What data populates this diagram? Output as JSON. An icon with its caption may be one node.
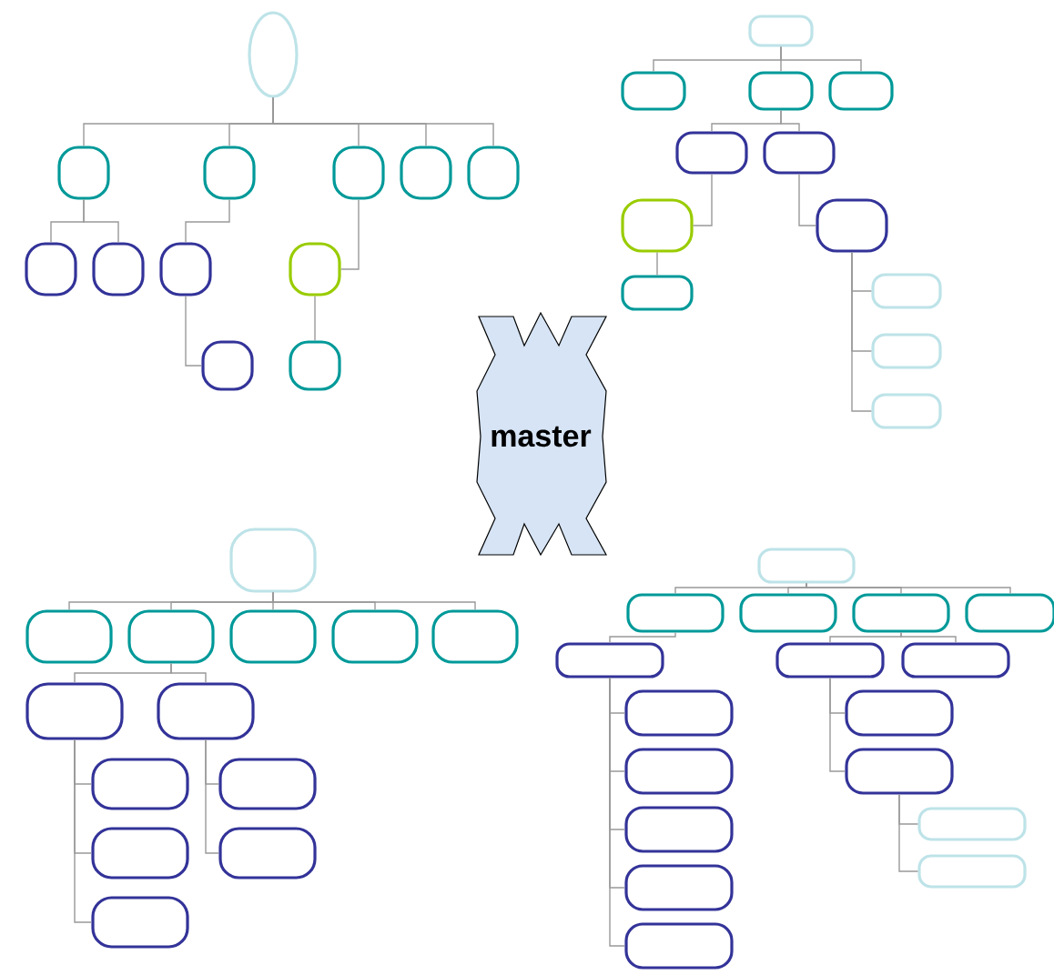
{
  "diagram": {
    "nodes": [
      {
        "text": [],
        "shape": "ellipse"
      },
      {
        "text": [],
        "shape": "box"
      },
      {
        "text": [],
        "shape": "box"
      },
      {
        "text": [],
        "shape": "box"
      },
      {
        "text": [],
        "shape": "box"
      },
      {
        "text": [],
        "shape": "box"
      },
      {
        "text": [],
        "shape": "box"
      },
      {
        "text": [],
        "shape": "box"
      },
      {
        "text": [],
        "shape": "box"
      },
      {
        "text": [],
        "shape": "box"
      },
      {
        "text": [],
        "shape": "box"
      },
      {
        "text": [],
        "shape": "box"
      },
      {
        "text": [],
        "shape": "box"
      },
      {
        "text": [],
        "shape": "box"
      },
      {
        "text": [],
        "shape": "box"
      },
      {
        "text": [],
        "shape": "box"
      },
      {
        "text": [],
        "shape": "box"
      },
      {
        "text": [],
        "shape": "box"
      },
      {
        "text": [],
        "shape": "box"
      },
      {
        "text": [],
        "shape": "box"
      },
      {
        "text": [],
        "shape": "box"
      },
      {
        "text": [],
        "shape": "box"
      },
      {
        "text": [],
        "shape": "box"
      },
      {
        "text": [],
        "shape": "box"
      },
      {
        "text": [
          "master"
        ]
      },
      {
        "text": [],
        "shape": "box"
      },
      {
        "text": [],
        "shape": "box"
      },
      {
        "text": [],
        "shape": "box"
      },
      {
        "text": [],
        "shape": "box"
      },
      {
        "text": [],
        "shape": "box"
      },
      {
        "text": [],
        "shape": "box"
      },
      {
        "text": [],
        "shape": "box"
      },
      {
        "text": [],
        "shape": "box"
      },
      {
        "text": [],
        "shape": "box"
      },
      {
        "text": [],
        "shape": "box"
      },
      {
        "text": [],
        "shape": "box"
      },
      {
        "text": [],
        "shape": "box"
      },
      {
        "text": [],
        "shape": "box"
      },
      {
        "text": [],
        "shape": "box"
      },
      {
        "text": [],
        "shape": "box"
      },
      {
        "text": [],
        "shape": "box"
      },
      {
        "text": [],
        "shape": "box"
      },
      {
        "text": [],
        "shape": "box"
      },
      {
        "text": [],
        "shape": "box"
      },
      {
        "text": [],
        "shape": "box"
      },
      {
        "text": [],
        "shape": "box"
      },
      {
        "text": [],
        "shape": "box"
      },
      {
        "text": [],
        "shape": "box"
      },
      {
        "text": [],
        "shape": "box"
      },
      {
        "text": [],
        "shape": "box"
      },
      {
        "text": [],
        "shape": "box"
      },
      {
        "text": [],
        "shape": "box"
      },
      {
        "text": [],
        "shape": "box"
      },
      {
        "text": [],
        "shape": "box"
      },
      {
        "text": [],
        "shape": "box"
      }
    ],
    "edges": [
      {
        "from": 0,
        "to": 1,
        "arrow": "none"
      },
      {
        "from": 0,
        "to": 2,
        "arrow": "none"
      },
      {
        "from": 0,
        "to": 3,
        "arrow": "none"
      },
      {
        "from": 0,
        "to": 4,
        "arrow": "none"
      },
      {
        "from": 0,
        "to": 5,
        "arrow": "none"
      },
      {
        "from": 1,
        "to": 6,
        "arrow": "none"
      },
      {
        "from": 1,
        "to": 7,
        "arrow": "none"
      },
      {
        "from": 2,
        "to": 8,
        "arrow": "none"
      },
      {
        "from": 3,
        "to": 9,
        "arrow": "none"
      },
      {
        "from": 8,
        "to": 10,
        "arrow": "none"
      },
      {
        "from": 9,
        "to": 11,
        "arrow": "none"
      },
      {
        "from": 12,
        "to": 13,
        "arrow": "none"
      },
      {
        "from": 12,
        "to": 14,
        "arrow": "none"
      },
      {
        "from": 12,
        "to": 15,
        "arrow": "none"
      },
      {
        "from": 14,
        "to": 16,
        "arrow": "none"
      },
      {
        "from": 14,
        "to": 17,
        "arrow": "none"
      },
      {
        "from": 16,
        "to": 18,
        "arrow": "none"
      },
      {
        "from": 18,
        "to": 19,
        "arrow": "none"
      },
      {
        "from": 17,
        "to": 20,
        "arrow": "none"
      },
      {
        "from": 20,
        "to": 21,
        "arrow": "none"
      },
      {
        "from": 20,
        "to": 22,
        "arrow": "none"
      },
      {
        "from": 20,
        "to": 23,
        "arrow": "none"
      },
      {
        "from": 25,
        "to": 26,
        "arrow": "none"
      },
      {
        "from": 25,
        "to": 27,
        "arrow": "none"
      },
      {
        "from": 25,
        "to": 28,
        "arrow": "none"
      },
      {
        "from": 25,
        "to": 29,
        "arrow": "none"
      },
      {
        "from": 25,
        "to": 30,
        "arrow": "none"
      },
      {
        "from": 27,
        "to": 31,
        "arrow": "none"
      },
      {
        "from": 27,
        "to": 32,
        "arrow": "none"
      },
      {
        "from": 31,
        "to": 33,
        "arrow": "none"
      },
      {
        "from": 31,
        "to": 34,
        "arrow": "none"
      },
      {
        "from": 31,
        "to": 35,
        "arrow": "none"
      },
      {
        "from": 32,
        "to": 36,
        "arrow": "none"
      },
      {
        "from": 32,
        "to": 37,
        "arrow": "none"
      },
      {
        "from": 38,
        "to": 39,
        "arrow": "none"
      },
      {
        "from": 38,
        "to": 40,
        "arrow": "none"
      },
      {
        "from": 38,
        "to": 41,
        "arrow": "none"
      },
      {
        "from": 38,
        "to": 42,
        "arrow": "none"
      },
      {
        "from": 39,
        "to": 43,
        "arrow": "none"
      },
      {
        "from": 41,
        "to": 44,
        "arrow": "none"
      },
      {
        "from": 41,
        "to": 45,
        "arrow": "none"
      },
      {
        "from": 43,
        "to": 46,
        "arrow": "none"
      },
      {
        "from": 43,
        "to": 47,
        "arrow": "none"
      },
      {
        "from": 43,
        "to": 48,
        "arrow": "none"
      },
      {
        "from": 43,
        "to": 49,
        "arrow": "none"
      },
      {
        "from": 43,
        "to": 50,
        "arrow": "none"
      },
      {
        "from": 44,
        "to": 51,
        "arrow": "none"
      },
      {
        "from": 44,
        "to": 52,
        "arrow": "none"
      },
      {
        "from": 52,
        "to": 53,
        "arrow": "none"
      },
      {
        "from": 52,
        "to": 54,
        "arrow": "none"
      }
    ]
  }
}
